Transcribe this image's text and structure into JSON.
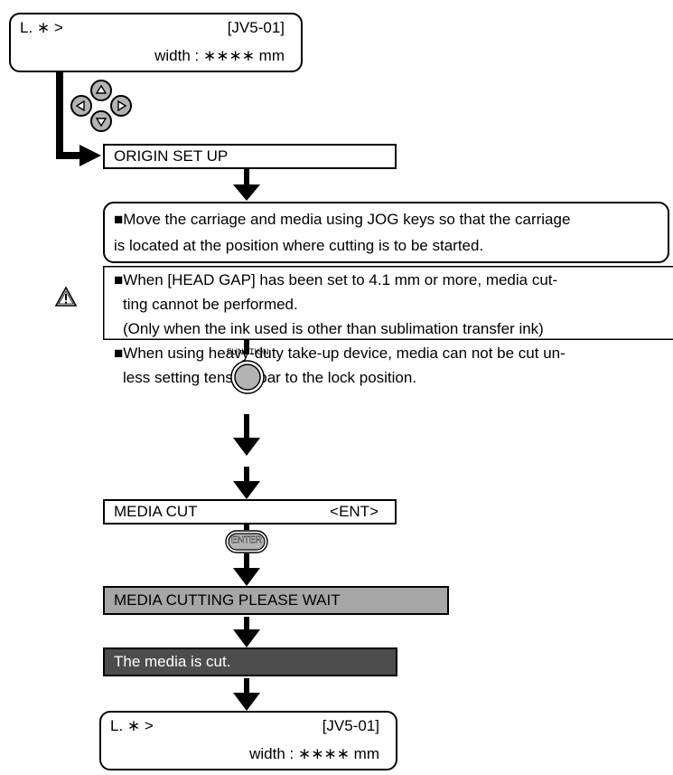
{
  "lcd_top": {
    "mode": "L. ∗ >",
    "id": "[JV5-01]",
    "width": "width : ∗∗∗∗ mm"
  },
  "jog_keys": {
    "up": "up-arrow",
    "down": "down-arrow",
    "left": "left-arrow",
    "right": "right-arrow"
  },
  "origin_bar": "ORIGIN SET UP",
  "note_move": {
    "line1": "■Move the carriage and media using JOG keys so that the carriage",
    "line2": "is located at the position where cutting is to be started."
  },
  "caution": {
    "icon": "warning-triangle-icon",
    "line1": "■When [HEAD GAP] has been set to 4.1 mm or more, media cut-",
    "line2": "ting cannot be performed.",
    "line3": "(Only when the ink used is other than sublimation transfer ink)",
    "line4": "■When using heavy-duty take-up device, media can not be cut un-",
    "line5": "less setting tension-bar to the lock position."
  },
  "function_key": "FUNCTION",
  "media_cut_bar": {
    "label": "MEDIA CUT",
    "action": "<ENT>"
  },
  "enter_key": "ENTER",
  "cutting_bar": "MEDIA CUTTING  PLEASE WAIT",
  "cut_bar": "The media is cut.",
  "lcd_bottom": {
    "mode": "L. ∗ >",
    "id": "[JV5-01]",
    "width": "width : ∗∗∗∗ mm"
  },
  "colors": {
    "cutting_bg": "#a6a6a6",
    "cut_bg": "#4d4d4d",
    "cut_text": "#ffffff",
    "key_gray": "#b3b3b3"
  }
}
